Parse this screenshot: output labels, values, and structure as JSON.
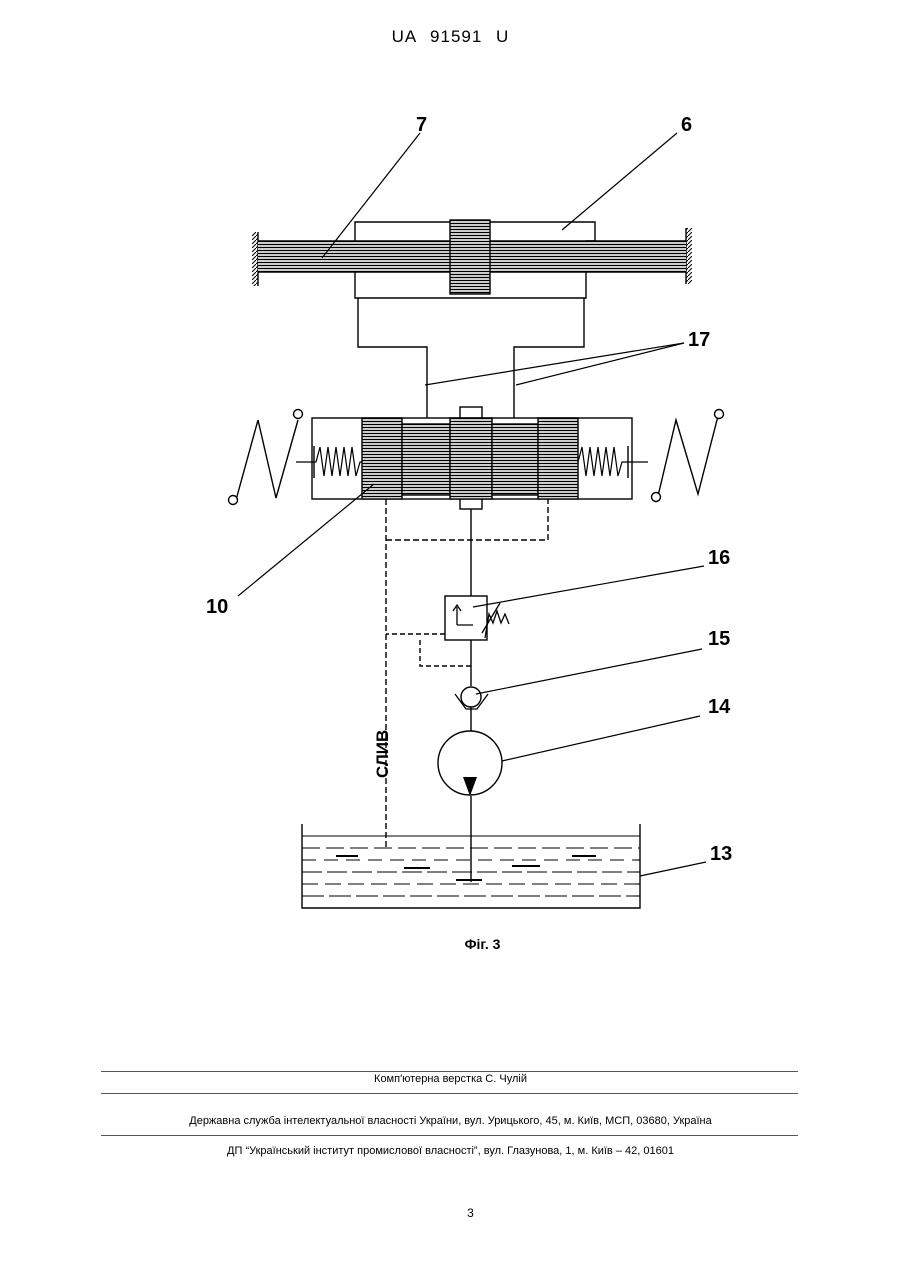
{
  "header": {
    "patent_number": "UA   91591   U"
  },
  "figure": {
    "labels": {
      "l7": "7",
      "l6": "6",
      "l17": "17",
      "l10": "10",
      "l16": "16",
      "l15": "15",
      "l14": "14",
      "l13": "13",
      "drain": "СЛИВ"
    },
    "caption": "Фіг. 3"
  },
  "footer": {
    "layout_credit": "Комп'ютерна верстка С. Чулій",
    "agency": "Державна служба інтелектуальної власності України, вул. Урицького, 45, м. Київ, МСП, 03680, Україна",
    "institute": "ДП “Український інститут промислової власності”, вул. Глазунова, 1, м. Київ – 42, 01601",
    "page_number": "3"
  }
}
